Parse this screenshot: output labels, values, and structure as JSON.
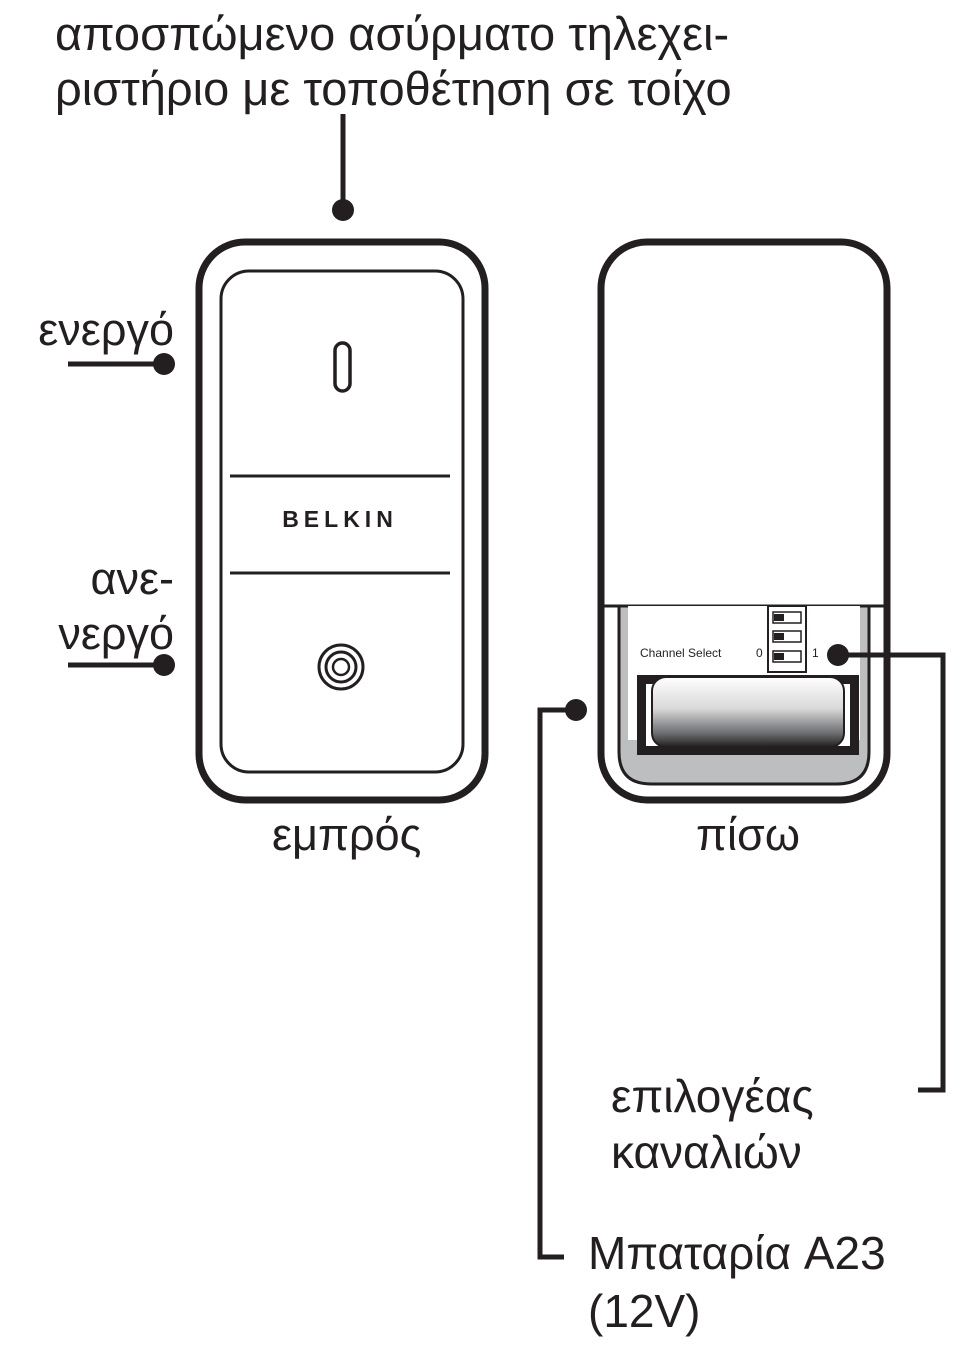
{
  "labels": {
    "title_line1": "αποσπώμενο ασύρματο τηλεχει-",
    "title_line2": "ριστήριο με τοποθέτηση σε τοίχο",
    "on": "ενεργό",
    "off_line1": "ανε-",
    "off_line2": "νεργό",
    "front": "εμπρός",
    "back": "πίσω",
    "channel_selector_line1": "επιλογέας",
    "channel_selector_line2": "καναλιών",
    "battery_line1": "Μπαταρία A23",
    "battery_line2": "(12V)"
  },
  "device": {
    "brand": "BELKIN",
    "channel_select_label": "Channel Select",
    "channel_0": "0",
    "channel_1": "1"
  },
  "colors": {
    "ink": "#231f20",
    "background": "#ffffff",
    "compartment": "#bcbec0"
  }
}
